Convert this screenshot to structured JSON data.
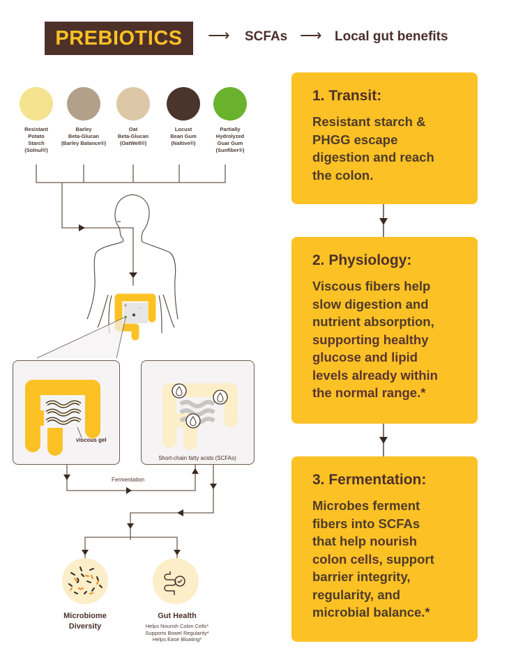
{
  "header": {
    "badge": "PREBIOTICS",
    "arrow1": "⟶",
    "step2": "SCFAs",
    "arrow2": "⟶",
    "step3": "Local gut benefits"
  },
  "ingredients": [
    {
      "label": [
        "Resistant",
        "Potato",
        "Starch",
        "(Solnul®)"
      ],
      "icon": "potato-starch-image",
      "color": "#f4e28f"
    },
    {
      "label": [
        "Barley",
        "Beta-Glucan",
        "(Barley Balance®)"
      ],
      "icon": "barley-image",
      "color": "#b3a08b"
    },
    {
      "label": [
        "Oat",
        "Beta-Glucan",
        "(OatWell®)"
      ],
      "icon": "oat-image",
      "color": "#dcc7a6"
    },
    {
      "label": [
        "Locust",
        "Bean Gum",
        "(Naltive®)"
      ],
      "icon": "locust-bean-image",
      "color": "#4b342b"
    },
    {
      "label": [
        "Partially",
        "Hydrolyzed",
        "Guar Gum",
        "(Sunfiber®)"
      ],
      "icon": "guar-gum-image",
      "color": "#6ab22e"
    }
  ],
  "panels": {
    "left_label": "viscous gel",
    "right_label": "Short-chain fatty acids (SCFAs)",
    "connector_label": "Fermentation"
  },
  "benefits": [
    {
      "title": [
        "Microbiome",
        "Diversity"
      ],
      "sub": []
    },
    {
      "title": [
        "Gut Health"
      ],
      "sub": [
        "Helps Nourish Colon Cells*",
        "Supports Bowel Regularity*",
        "Helps Ease Bloating*"
      ]
    }
  ],
  "cards": [
    {
      "title": "1. Transit:",
      "lines": [
        [
          {
            "t": "Resistant starch &",
            "b": false
          }
        ],
        [
          {
            "t": "PHGG escape",
            "b": false
          }
        ],
        [
          {
            "t": "digestion and reach",
            "b": false
          }
        ],
        [
          {
            "t": "the colon.",
            "b": false
          }
        ]
      ]
    },
    {
      "title": "2. Physiology:",
      "lines": [
        [
          {
            "t": "Viscous fibers help",
            "b": false
          }
        ],
        [
          {
            "t": "slow digestion and",
            "b": false
          }
        ],
        [
          {
            "t": "nutrient absorption,",
            "b": false
          }
        ],
        [
          {
            "t": "supporting healthy",
            "b": true
          }
        ],
        [
          {
            "t": "glucose and lipid",
            "b": true
          }
        ],
        [
          {
            "t": "levels already within",
            "b": true
          }
        ],
        [
          {
            "t": "the normal range.*",
            "b": true
          }
        ]
      ]
    },
    {
      "title": "3. Fermentation:",
      "lines": [
        [
          {
            "t": "Microbes ferment",
            "b": false
          }
        ],
        [
          {
            "t": "fibers into SCFAs",
            "b": false
          }
        ],
        [
          {
            "t": "that help ",
            "b": false
          },
          {
            "t": "nourish",
            "b": true
          }
        ],
        [
          {
            "t": "colon cells",
            "b": true
          },
          {
            "t": ", support",
            "b": false
          }
        ],
        [
          {
            "t": "barrier integrity,",
            "b": false
          }
        ],
        [
          {
            "t": "regularity, and",
            "b": false
          }
        ],
        [
          {
            "t": "microbial balance.*",
            "b": false
          }
        ]
      ]
    }
  ],
  "colors": {
    "brown": "#4d3129",
    "yellow": "#fcc125",
    "line": "#6b5a4d",
    "pale_yellow": "#fbeec9"
  }
}
